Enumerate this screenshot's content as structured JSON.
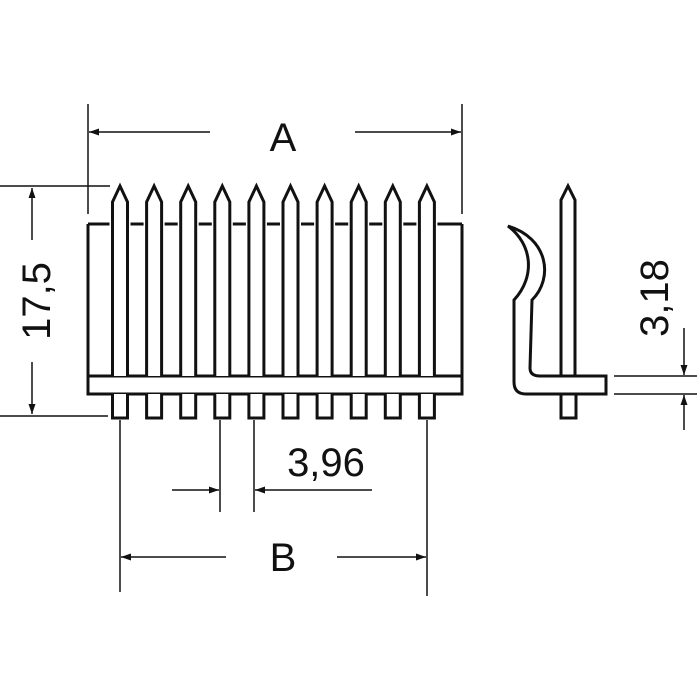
{
  "labels": {
    "width_a": "A",
    "width_b": "B",
    "height": "17,5",
    "pitch": "3,96",
    "offset": "3,18"
  },
  "pin_count": 10,
  "colors": {
    "line": "#111111",
    "background": "#ffffff"
  }
}
